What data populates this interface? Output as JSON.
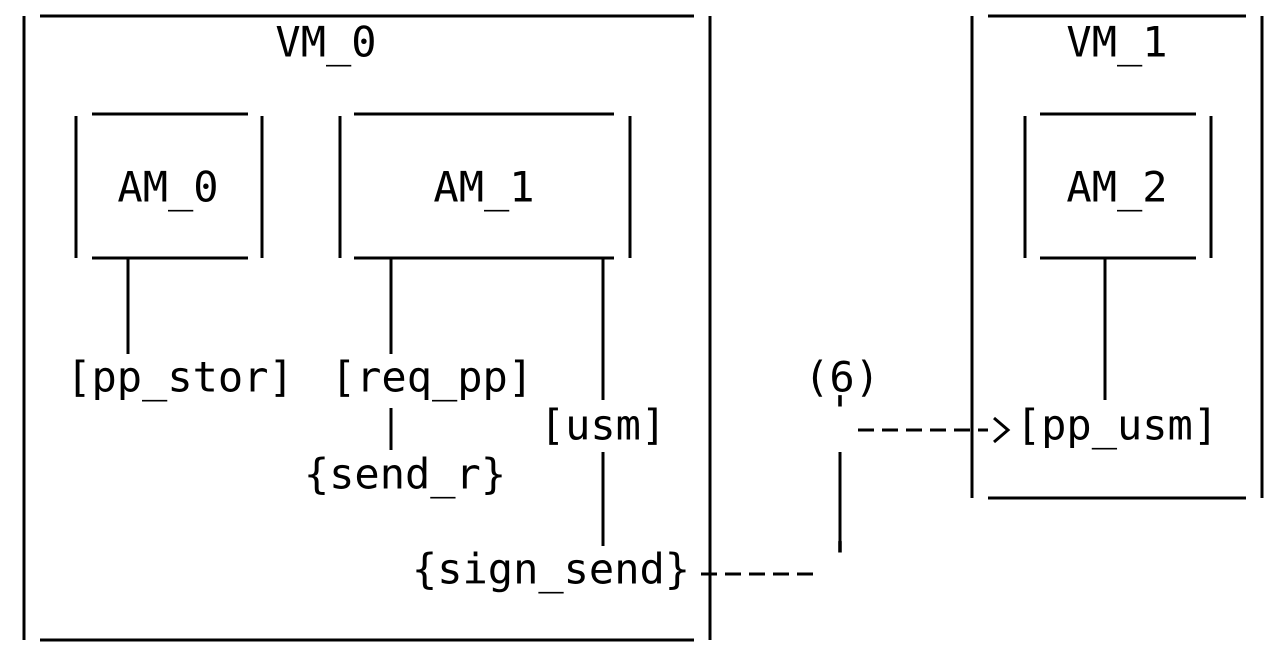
{
  "diagram": {
    "vm0": {
      "title": "VM_0"
    },
    "vm1": {
      "title": "VM_1"
    },
    "am0": {
      "label": "AM_0"
    },
    "am1": {
      "label": "AM_1"
    },
    "am2": {
      "label": "AM_2"
    },
    "nodes": {
      "pp_stor": "[pp_stor]",
      "req_pp": "[req_pp]",
      "send_r": "{send_r}",
      "usm": "[usm]",
      "sign_send": "{sign_send}",
      "pp_usm": "[pp_usm]"
    },
    "edge_label": "(6)",
    "edge_start_tick": "'",
    "edge_end_tick": "'"
  }
}
